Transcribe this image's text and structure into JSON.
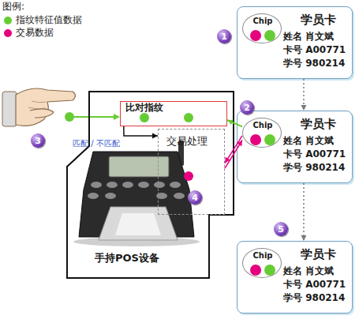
{
  "diagram": {
    "nodes": [
      {
        "text": [
          "学员卡",
          "姓名 肖文斌",
          "卡号 A00771",
          "学号 980214"
        ]
      },
      {
        "text": [
          "Chip"
        ],
        "in": 0
      },
      {
        "text": [
          "手持POS设备"
        ]
      },
      {
        "text": [
          "比对指纹"
        ],
        "in": 2
      },
      {
        "text": [
          "交易处理"
        ],
        "in": 2
      },
      {
        "text": [
          "学员卡",
          "姓名 肖文斌",
          "卡号 A00771",
          "学号 980214"
        ]
      },
      {
        "text": [
          "Chip"
        ],
        "in": 5
      },
      {
        "text": [
          "学员卡",
          "姓名 肖文斌",
          "卡号 A00771",
          "学号 980214"
        ]
      },
      {
        "text": [
          "Chip"
        ],
        "in": 7
      }
    ],
    "edges": [
      {
        "from": 0,
        "to": 5,
        "arrow": "to"
      },
      {
        "from": 5,
        "to": 7,
        "arrow": "to"
      },
      {
        "from": 6,
        "to": 3,
        "arrow": "to"
      },
      {
        "from": 3,
        "to": 4,
        "label": "匹配 / 不匹配",
        "arrow": "to"
      },
      {
        "from": 6,
        "to": 4,
        "arrow": "to"
      },
      {
        "from": 4,
        "to": 6,
        "arrow": "to"
      }
    ],
    "labels": [
      "图例:",
      "1",
      "2",
      "3",
      "4",
      "5"
    ],
    "legend": [
      {
        "text": "指纹特征值数据",
        "color": "#66cc33"
      },
      {
        "text": "交易数据",
        "color": "#e4007f"
      }
    ]
  }
}
